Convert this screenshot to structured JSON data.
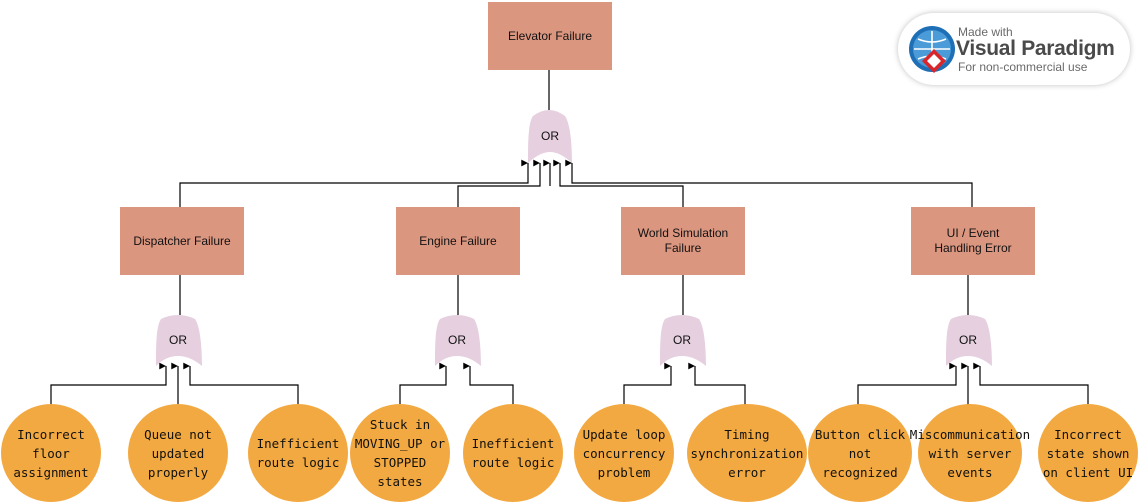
{
  "diagram": {
    "top_event": "Elevator Failure",
    "top_gate": "OR",
    "subsystems": [
      {
        "label": "Dispatcher Failure",
        "gate": "OR",
        "causes": [
          "Incorrect floor assignment",
          "Queue not updated properly",
          "Inefficient route logic"
        ]
      },
      {
        "label": "Engine Failure",
        "gate": "OR",
        "causes": [
          "Stuck in MOVING_UP or STOPPED states",
          "Inefficient route logic"
        ]
      },
      {
        "label": "World Simulation Failure",
        "gate": "OR",
        "causes": [
          "Update loop concurrency problem",
          "Timing synchronization error"
        ]
      },
      {
        "label": "UI / Event Handling Error",
        "gate": "OR",
        "causes": [
          "Button click not recognized",
          "Miscommunication with server events",
          "Incorrect state shown on client UI"
        ]
      }
    ]
  },
  "watermark": {
    "line1": "Made with",
    "line2": "Visual Paradigm",
    "line3": "For non-commercial use",
    "icon": "visual-paradigm-logo-icon"
  },
  "colors": {
    "event_box": "#db9680",
    "gate": "#e6d0e0",
    "leaf": "#f3a941",
    "line": "#000000"
  }
}
